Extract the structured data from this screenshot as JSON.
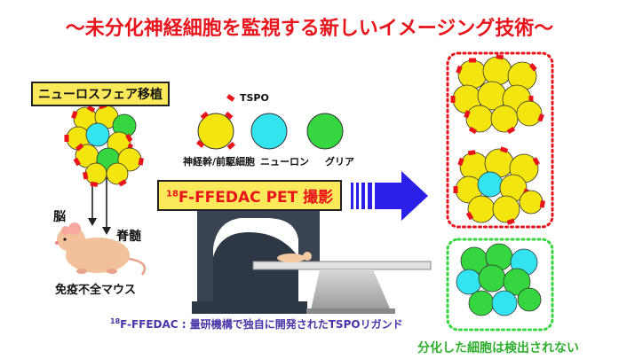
{
  "headline": "〜未分化神経細胞を監視する新しいイメージング技術〜",
  "neurosphere_label": "ニューロスフェア移植",
  "tspo_label": "TSPO",
  "legend": {
    "stem": "神経幹/前駆細胞",
    "neuron": "ニューロン",
    "glia": "グリア"
  },
  "pet_label": {
    "sup": "18",
    "main": "F-FFEDAC PET 撮影"
  },
  "brain_label": "脳",
  "spine_label": "脊髄",
  "mouse_label": "免疫不全マウス",
  "footnote": {
    "sup": "18",
    "main": "F-FFEDAC : 量研機構で独自に開発されたTSPOリガンド"
  },
  "result_note": "分化した細胞は検出されない",
  "colors": {
    "yellow": "#f4e50f",
    "cyan": "#33e4f0",
    "green": "#35d63f",
    "red_marker": "#e8141b",
    "red_text": "#e8141b",
    "arrow_blue": "#2b20e8",
    "scanner": "#3a4352",
    "purple_text": "#4a34a8",
    "green_text": "#2fae2f"
  }
}
